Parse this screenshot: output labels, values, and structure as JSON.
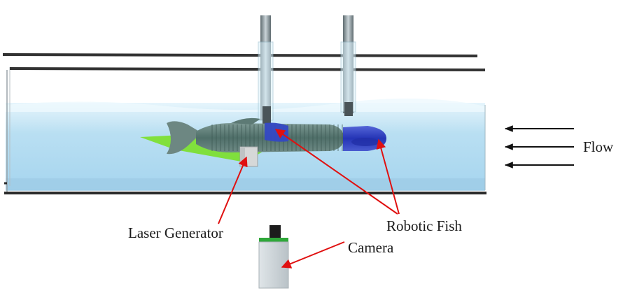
{
  "labels": {
    "flow": "Flow",
    "laser": "Laser Generator",
    "fish": "Robotic Fish",
    "camera": "Camera"
  },
  "colors": {
    "water": "#bfe3f5",
    "fish_body": "#5d7f78",
    "fish_head": "#3346c9",
    "laser_sheet": "#6fe000",
    "arrow_red": "#e01010",
    "camera_body": "#cfd6da",
    "camera_top": "#2fa83a"
  }
}
